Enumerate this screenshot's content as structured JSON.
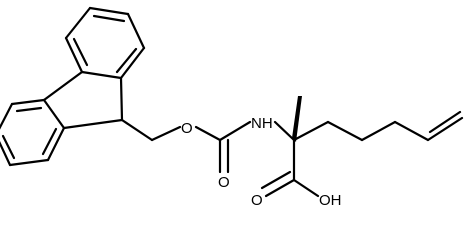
{
  "molecule": {
    "atoms": {
      "O_ether": "O",
      "NH": "NH",
      "O_carbonyl": "O",
      "O_acid": "O",
      "OH": "OH"
    }
  },
  "colors": {
    "bond": "#000000",
    "background": "#ffffff"
  }
}
